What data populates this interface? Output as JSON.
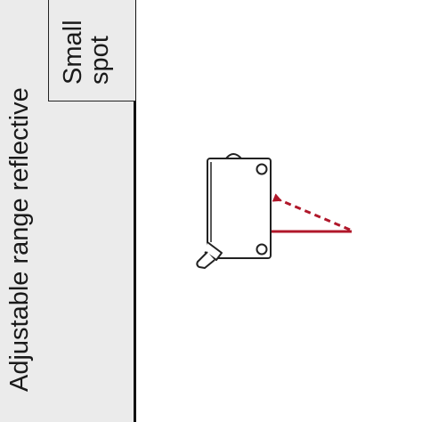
{
  "panel": {
    "category_label": "Adjustable range reflective",
    "sub_label": "Small\nspot"
  },
  "colors": {
    "panel_bg": "#ebebeb",
    "outline": "#222222",
    "beam": "#b0172a"
  },
  "icons": {
    "sensor": "photoelectric-sensor-icon",
    "emitted_beam": "solid-beam-line",
    "reflected_beam": "dashed-return-arrow"
  }
}
